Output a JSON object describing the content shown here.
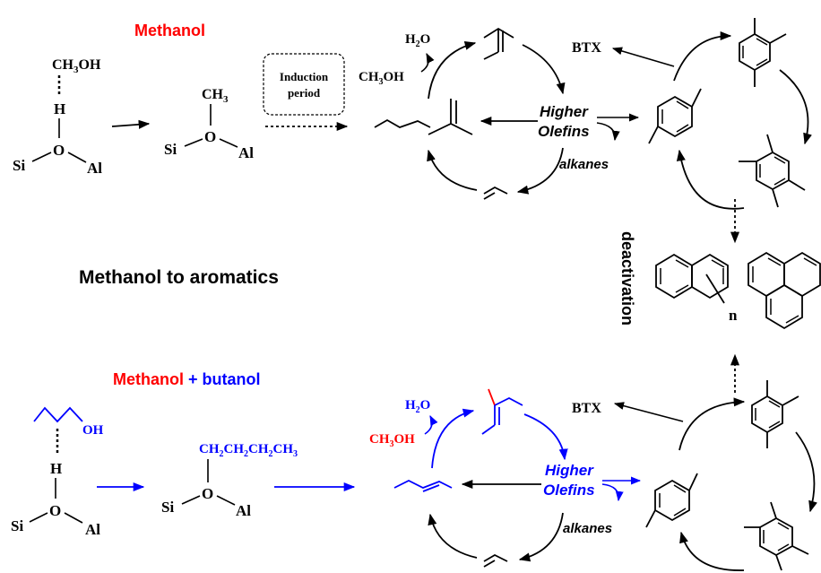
{
  "colors": {
    "black": "#000000",
    "red": "#ff0000",
    "blue": "#0000ff"
  },
  "top": {
    "title": "Methanol",
    "ch3oh_label": "CH",
    "ch3oh_sub": "3",
    "ch3oh_tail": "OH",
    "h_label": "H",
    "o_label": "O",
    "si_label": "Si",
    "al_label": "Al",
    "methoxy_ch3": "CH",
    "methoxy_ch3_sub": "3",
    "induction_line1": "Induction",
    "induction_line2": "period",
    "water": "H",
    "water_sub": "2",
    "water_tail": "O",
    "cycle_methanol": "CH",
    "cycle_methanol_sub": "3",
    "cycle_methanol_tail": "OH",
    "higher": "Higher",
    "olefins": "Olefins",
    "alkanes": "alkanes",
    "btx": "BTX"
  },
  "middle": {
    "methanol_to_aromatics": "Methanol to aromatics",
    "deactivation": "deactivation",
    "n_label": "n"
  },
  "bottom": {
    "title_methanol": "Methanol",
    "title_plus": " + ",
    "title_butanol": "butanol",
    "oh_label": "OH",
    "h_label": "H",
    "o_label": "O",
    "si_label": "Si",
    "al_label": "Al",
    "butoxy": "CH",
    "butoxy_s1": "2",
    "butoxy_2": "CH",
    "butoxy_s2": "2",
    "butoxy_3": "CH",
    "butoxy_s3": "2",
    "butoxy_4": "CH",
    "butoxy_s4": "3",
    "water": "H",
    "water_sub": "2",
    "water_tail": "O",
    "cycle_methanol": "CH",
    "cycle_methanol_sub": "3",
    "cycle_methanol_tail": "OH",
    "higher": "Higher",
    "olefins": "Olefins",
    "alkanes": "alkanes",
    "btx": "BTX"
  }
}
